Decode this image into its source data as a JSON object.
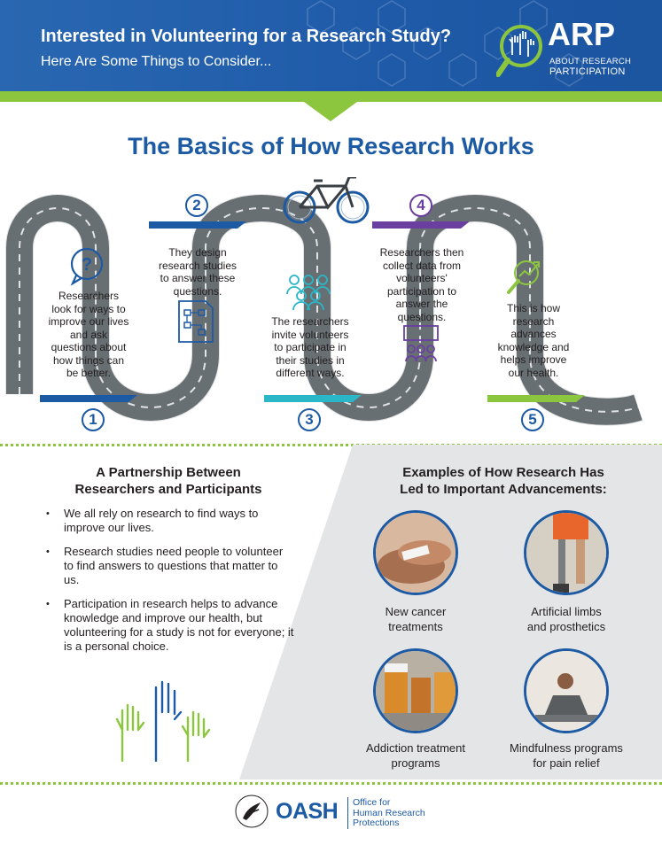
{
  "header": {
    "title": "Interested in Volunteering for a Research Study?",
    "subtitle": "Here Are Some Things to Consider...",
    "logo_text": "ARP",
    "logo_sub1": "ABOUT RESEARCH",
    "logo_sub2": "PARTICIPATION"
  },
  "main_title": "The Basics of How Research Works",
  "steps": [
    {
      "number": "1",
      "text": "Researchers look for ways to improve our lives and ask questions about how things can be better.",
      "icon": "question-bubble-icon"
    },
    {
      "number": "2",
      "text": "They design research studies to answer these questions.",
      "icon": "flowchart-document-icon"
    },
    {
      "number": "3",
      "text": "The researchers invite volunteers to participate in their studies in different ways.",
      "icon": "group-people-icon"
    },
    {
      "number": "4",
      "text": "Researchers then collect data from volunteers' participation to answer the questions.",
      "icon": "presentation-audience-icon"
    },
    {
      "number": "5",
      "text": "This is how research advances knowledge and helps improve our health.",
      "icon": "magnifier-chart-icon"
    }
  ],
  "partnership": {
    "title_line1": "A Partnership Between",
    "title_line2": "Researchers and Participants",
    "bullets": [
      "We all rely on research to find ways to improve our lives.",
      "Research studies need people to volunteer to find answers to questions that matter to us.",
      "Participation in research helps to advance knowledge and improve our health, but volunteering for a study is not for everyone; it is a personal choice."
    ]
  },
  "examples": {
    "title_line1": "Examples of How Research Has",
    "title_line2": "Led to Important Advancements:",
    "items": [
      {
        "label_line1": "New cancer",
        "label_line2": "treatments"
      },
      {
        "label_line1": "Artificial limbs",
        "label_line2": "and prosthetics"
      },
      {
        "label_line1": "Addiction treatment",
        "label_line2": "programs"
      },
      {
        "label_line1": "Mindfulness programs",
        "label_line2": "for pain relief"
      }
    ]
  },
  "footer": {
    "oash": "OASH",
    "office_line1": "Office for",
    "office_line2": "Human Research",
    "office_line3": "Protections"
  },
  "colors": {
    "blue": "#1d5aa4",
    "green": "#8cc63f",
    "teal": "#29b6c6",
    "purple": "#6b3fa0",
    "road": "#5d6468"
  }
}
